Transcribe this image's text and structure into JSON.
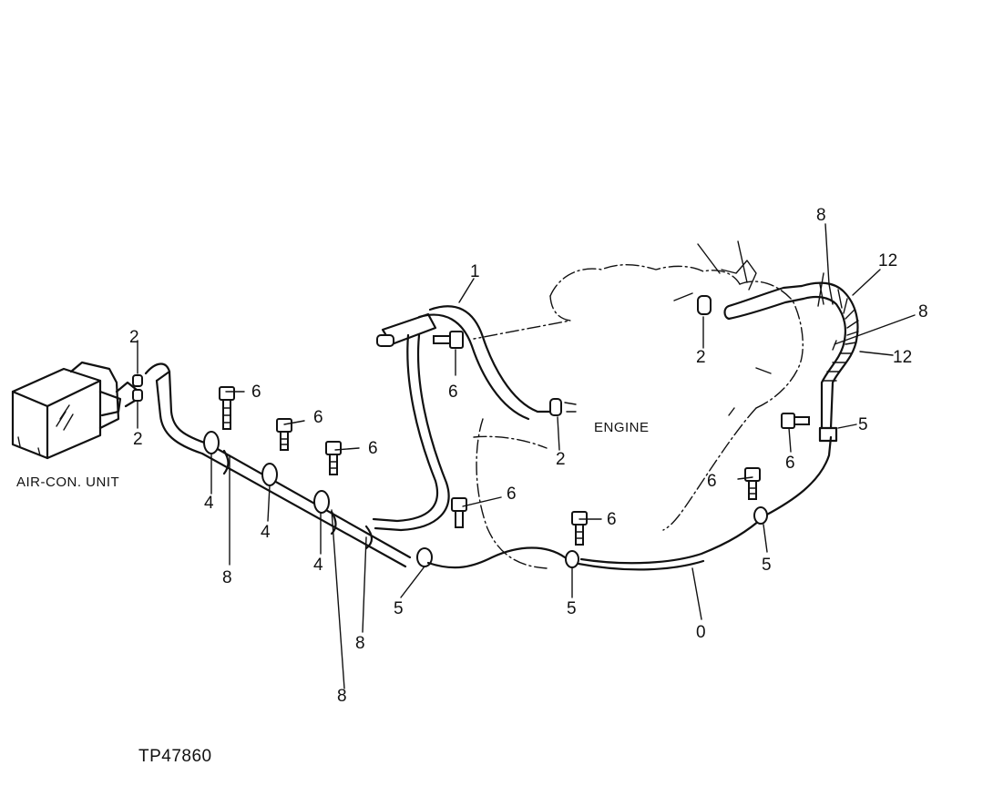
{
  "captions": {
    "air_con_unit": "AIR-CON. UNIT",
    "engine": "ENGINE",
    "figure_ref": "TP47860"
  },
  "callouts": [
    {
      "id": "c1",
      "text": "1"
    },
    {
      "id": "c2a",
      "text": "2"
    },
    {
      "id": "c2b",
      "text": "2"
    },
    {
      "id": "c2c",
      "text": "2"
    },
    {
      "id": "c2d",
      "text": "2"
    },
    {
      "id": "c4a",
      "text": "4"
    },
    {
      "id": "c4b",
      "text": "4"
    },
    {
      "id": "c4c",
      "text": "4"
    },
    {
      "id": "c5a",
      "text": "5"
    },
    {
      "id": "c5b",
      "text": "5"
    },
    {
      "id": "c5c",
      "text": "5"
    },
    {
      "id": "c5d",
      "text": "5"
    },
    {
      "id": "c6a",
      "text": "6"
    },
    {
      "id": "c6b",
      "text": "6"
    },
    {
      "id": "c6c",
      "text": "6"
    },
    {
      "id": "c6d",
      "text": "6"
    },
    {
      "id": "c6e",
      "text": "6"
    },
    {
      "id": "c6f",
      "text": "6"
    },
    {
      "id": "c6g",
      "text": "6"
    },
    {
      "id": "c6h",
      "text": "6"
    },
    {
      "id": "c8a",
      "text": "8"
    },
    {
      "id": "c8b",
      "text": "8"
    },
    {
      "id": "c8c",
      "text": "8"
    },
    {
      "id": "c8d",
      "text": "8"
    },
    {
      "id": "c8e",
      "text": "8"
    },
    {
      "id": "c0",
      "text": "0"
    },
    {
      "id": "c12a",
      "text": "12"
    },
    {
      "id": "c12b",
      "text": "12"
    }
  ]
}
